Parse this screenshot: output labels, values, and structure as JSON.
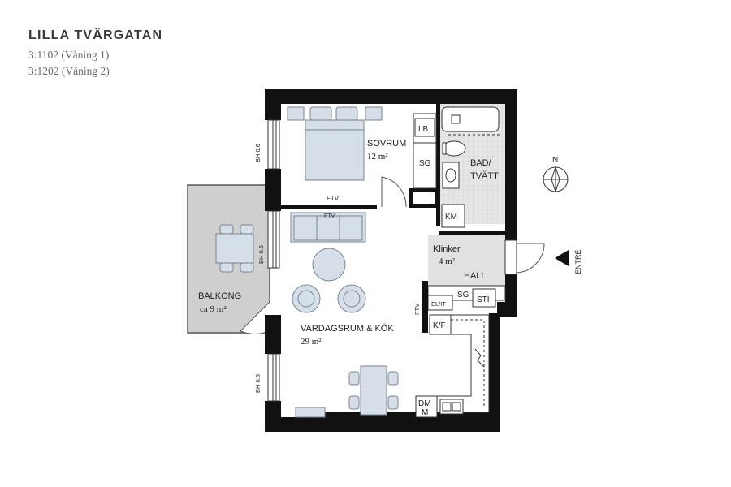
{
  "project": {
    "name": "LILLA TVÄRGATAN",
    "unit_1": "3:1102 (Våning 1)",
    "unit_2": "3:1202 (Våning 2)"
  },
  "rooms": {
    "bedroom_name": "SOVRUM",
    "bedroom_area": "12 m²",
    "bathroom_name_line1": "BAD/",
    "bathroom_name_line2": "TVÄTT",
    "living_name": "VARDAGSRUM & KÖK",
    "living_area": "29 m²",
    "hall_floor": "Klinker",
    "hall_area": "4 m²",
    "hall_name": "HALL",
    "balcony_name": "BALKONG",
    "balcony_area": "ca 9 m²"
  },
  "fixtures": {
    "lb": "LB",
    "sg_bedroom": "SG",
    "km": "KM",
    "sg_hall": "SG",
    "sti": "STI",
    "el_it": "EL/IT",
    "kf": "K/F",
    "dm": "DM",
    "m": "M",
    "ftv_wall": "FTV",
    "ftv_sofa": "FTV",
    "ftv_kitchen": "FTV"
  },
  "windows": {
    "bh_top": "BH 0.6",
    "bh_balcony": "BH 0.6",
    "bh_bottom": "BH 0.6"
  },
  "compass": {
    "north": "N"
  },
  "entrance": {
    "label": "ENTRÉ"
  },
  "colors": {
    "wall": "#111111",
    "furniture": "#d6dee8",
    "furniture_stroke": "#7a8696",
    "balcony": "#cfcfcf",
    "bath_tile": "#e4e4e4"
  }
}
